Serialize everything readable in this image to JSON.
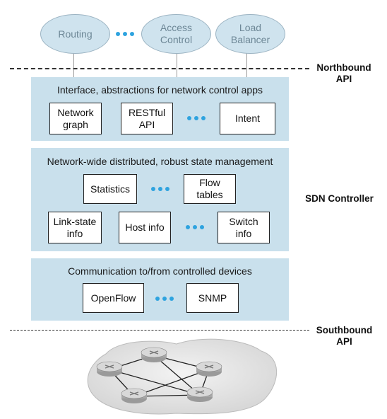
{
  "apps": [
    "Routing",
    "Access\nControl",
    "Load\nBalancer"
  ],
  "northbound_label": "Northbound\nAPI",
  "southbound_label": "Southbound\nAPI",
  "controller_label": "SDN Controller",
  "layer1": {
    "title": "Interface, abstractions for  network control apps",
    "boxes": [
      "Network\ngraph",
      "RESTful\nAPI",
      "Intent"
    ]
  },
  "layer2": {
    "title": "Network-wide distributed, robust state management",
    "boxes": [
      "Statistics",
      "Flow\ntables",
      "Link-state\ninfo",
      "Host info",
      "Switch\ninfo"
    ]
  },
  "layer3": {
    "title": "Communication to/from controlled devices",
    "boxes": [
      "OpenFlow",
      "SNMP"
    ]
  },
  "colors": {
    "panel": "#c9e0ec",
    "ellipse": "#cfe3ee",
    "dots": "#2ea3df"
  }
}
